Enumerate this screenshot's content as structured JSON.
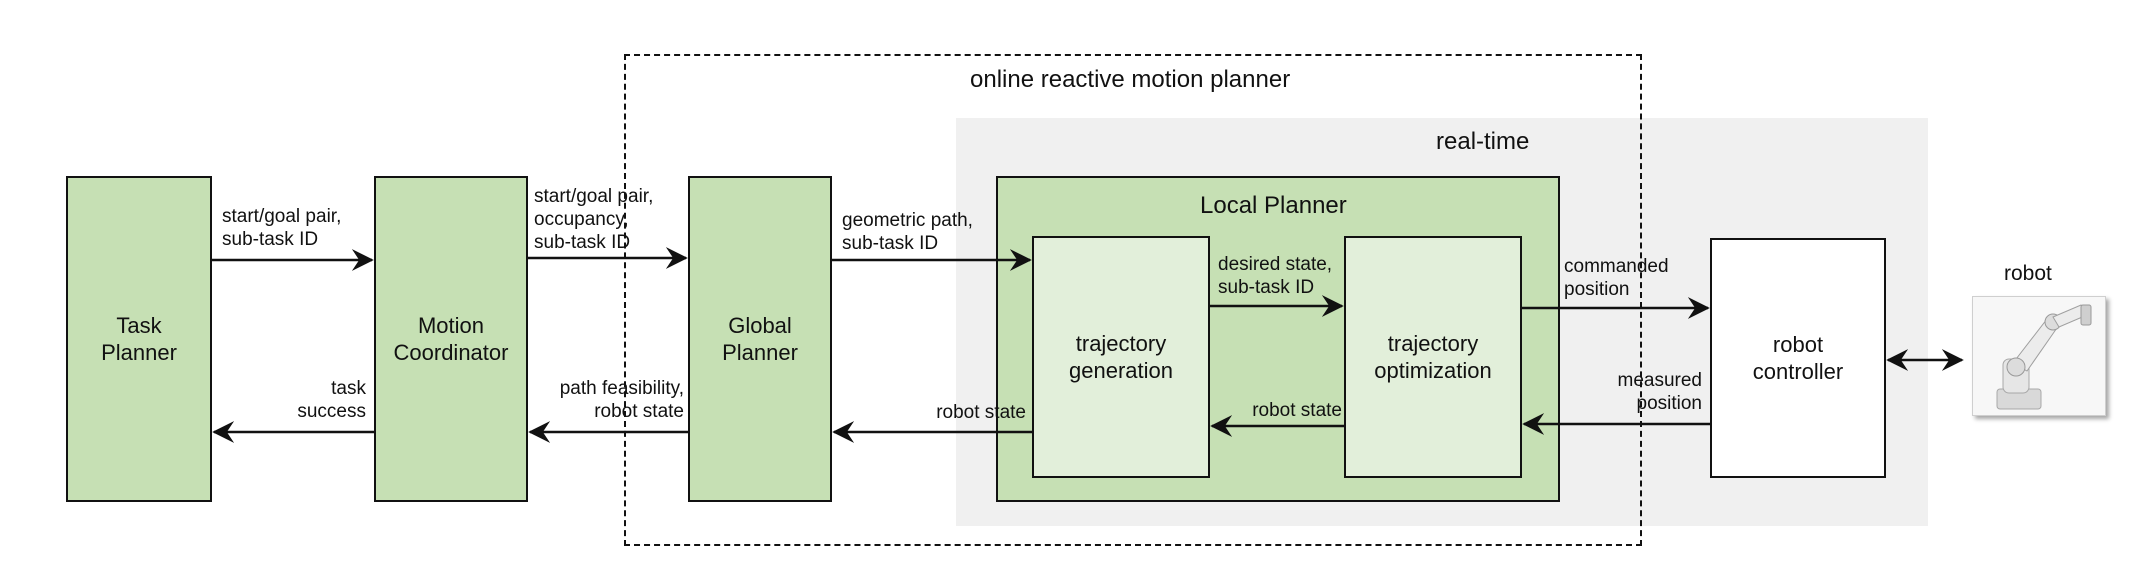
{
  "regions": {
    "online": "online reactive motion planner",
    "realtime": "real-time",
    "local_planner": "Local Planner"
  },
  "blocks": {
    "task_planner": "Task\nPlanner",
    "motion_coordinator": "Motion\nCoordinator",
    "global_planner": "Global\nPlanner",
    "trajectory_generation": "trajectory\ngeneration",
    "trajectory_optimization": "trajectory\noptimization",
    "robot_controller": "robot\ncontroller",
    "robot": "robot"
  },
  "edges": {
    "tp_to_mc": "start/goal pair,\nsub-task ID",
    "mc_to_tp": "task\nsuccess",
    "mc_to_gp": "start/goal pair,\noccupancy,\nsub-task ID",
    "gp_to_mc": "path feasibility,\nrobot state",
    "gp_to_lp": "geometric path,\nsub-task ID",
    "lp_to_gp": "robot state",
    "tg_to_to": "desired state,\nsub-task ID",
    "to_to_tg": "robot state",
    "to_to_rc": "commanded\nposition",
    "rc_to_to": "measured\nposition"
  },
  "colors": {
    "block_green": "#c6e0b4",
    "block_light_green": "#e2efda",
    "realtime_bg": "#f0f0f0",
    "line": "#111111"
  }
}
